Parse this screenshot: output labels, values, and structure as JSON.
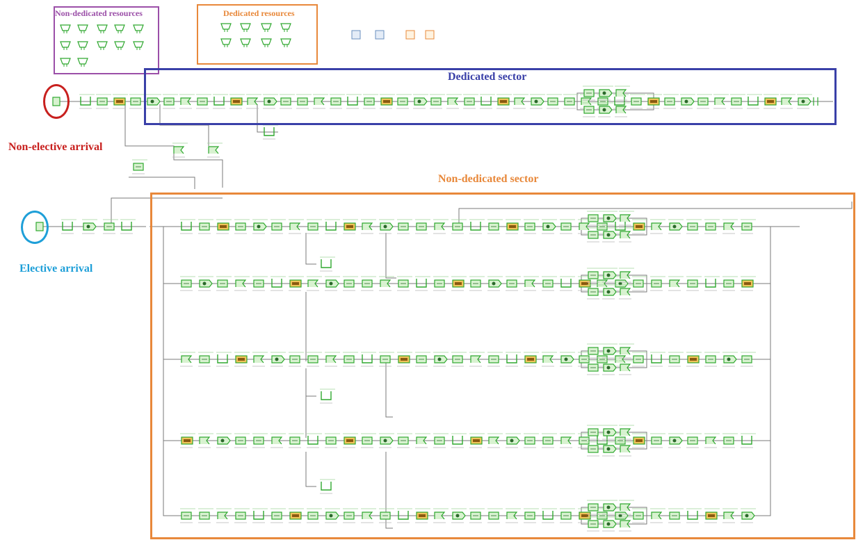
{
  "labels": {
    "non_dedicated_resources": "Non-dedicated resources",
    "dedicated_resources": "Dedicated resources",
    "dedicated_sector": "Dedicated sector",
    "non_dedicated_sector": "Non-dedicated sector",
    "non_elective_arrival": "Non-elective arrival",
    "elective_arrival": "Elective arrival"
  },
  "colors": {
    "purple": "#9b4fa8",
    "orange": "#e8883a",
    "blue": "#3a40a8",
    "red": "#c8201e",
    "cyan": "#1e9fd8",
    "green": "#2fa82f",
    "block_fill": "#d8f2d0",
    "yellow_block": "#f0c35a",
    "line": "#7a7a7a"
  }
}
